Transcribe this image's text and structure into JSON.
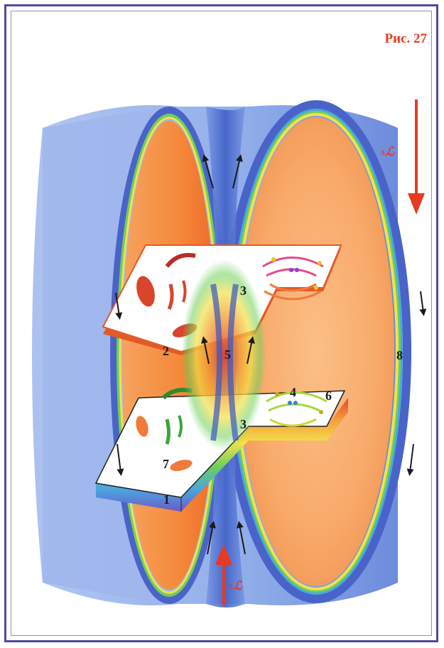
{
  "figure": {
    "label": "Рис. 27"
  },
  "labels": {
    "n1": "1",
    "n2": "2",
    "n3a": "3",
    "n3b": "3",
    "n4": "4",
    "n5": "5",
    "n6": "6",
    "n7": "7",
    "n8": "8"
  },
  "flux": {
    "delta": "Δ",
    "symbol_top": "ℒ",
    "symbol_bottom": "ℒ"
  },
  "colors": {
    "accent": "#e63a22",
    "frame": "#4f4aa0",
    "torus_outer": "#7f9fe0",
    "torus_inner": "#f7a865"
  }
}
